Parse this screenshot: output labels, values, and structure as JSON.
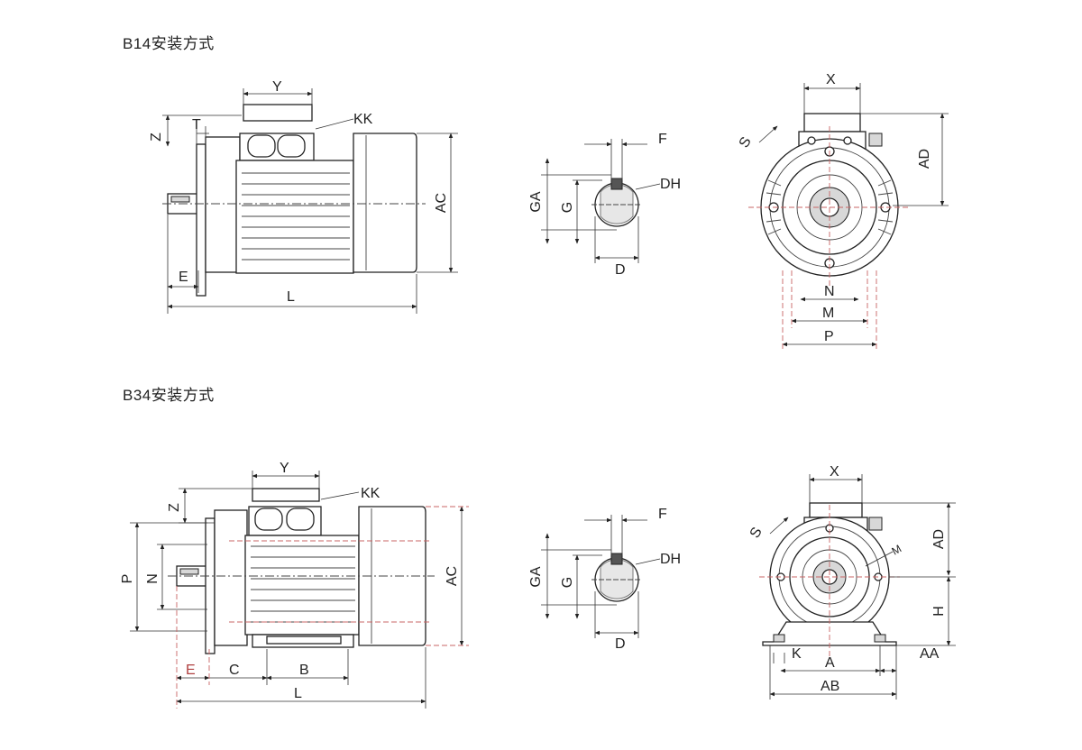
{
  "sections": {
    "b14": {
      "title": "B14安装方式"
    },
    "b34": {
      "title": "B34安装方式"
    }
  },
  "labels": {
    "b14_side": {
      "y": "Y",
      "kk": "KK",
      "z": "Z",
      "t": "T",
      "e": "E",
      "l": "L",
      "ac": "AC"
    },
    "b14_shaft": {
      "f": "F",
      "dh": "DH",
      "ga": "GA",
      "g": "G",
      "d": "D"
    },
    "b14_front": {
      "x": "X",
      "s": "S",
      "ad": "AD",
      "n": "N",
      "m": "M",
      "p": "P"
    },
    "b34_side": {
      "y": "Y",
      "kk": "KK",
      "z": "Z",
      "p": "P",
      "n": "N",
      "e": "E",
      "c": "C",
      "b": "B",
      "l": "L",
      "ac": "AC"
    },
    "b34_shaft": {
      "f": "F",
      "dh": "DH",
      "ga": "GA",
      "g": "G",
      "d": "D"
    },
    "b34_front": {
      "x": "X",
      "s": "S",
      "m": "M",
      "ad": "AD",
      "h": "H",
      "k": "K",
      "aa": "AA",
      "a": "A",
      "ab": "AB"
    }
  }
}
